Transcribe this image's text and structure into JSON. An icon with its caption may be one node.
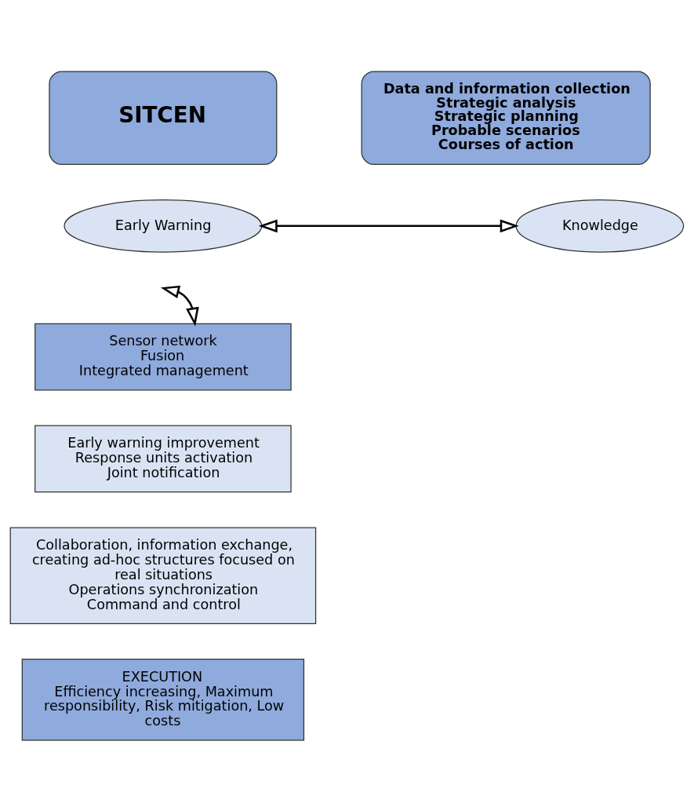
{
  "diagram": {
    "nodes": [
      {
        "text": [
          "SITCEN"
        ]
      },
      {
        "text": [
          "Data and information collection",
          "Strategic analysis",
          "Strategic planning",
          "Probable scenarios",
          "Courses of action"
        ]
      },
      {
        "text": [
          "Early Warning"
        ]
      },
      {
        "text": [
          "Knowledge"
        ]
      },
      {
        "text": [
          "Sensor network",
          "Fusion",
          "Integrated management"
        ]
      },
      {
        "text": [
          "Early warning improvement",
          "Response units activation",
          "Joint notification"
        ]
      },
      {
        "text": [
          "Collaboration, information exchange, creating ad-hoc structures focused on real situations",
          "Operations synchronization",
          "Command and control"
        ]
      },
      {
        "text": [
          "EXECUTION",
          "Efficiency increasing, Maximum responsibility, Risk mitigation, Low costs"
        ]
      }
    ],
    "edges": [
      {
        "from": 2,
        "to": 3,
        "arrow": "both"
      },
      {
        "from": null,
        "to": 4,
        "arrow": "both"
      }
    ]
  }
}
